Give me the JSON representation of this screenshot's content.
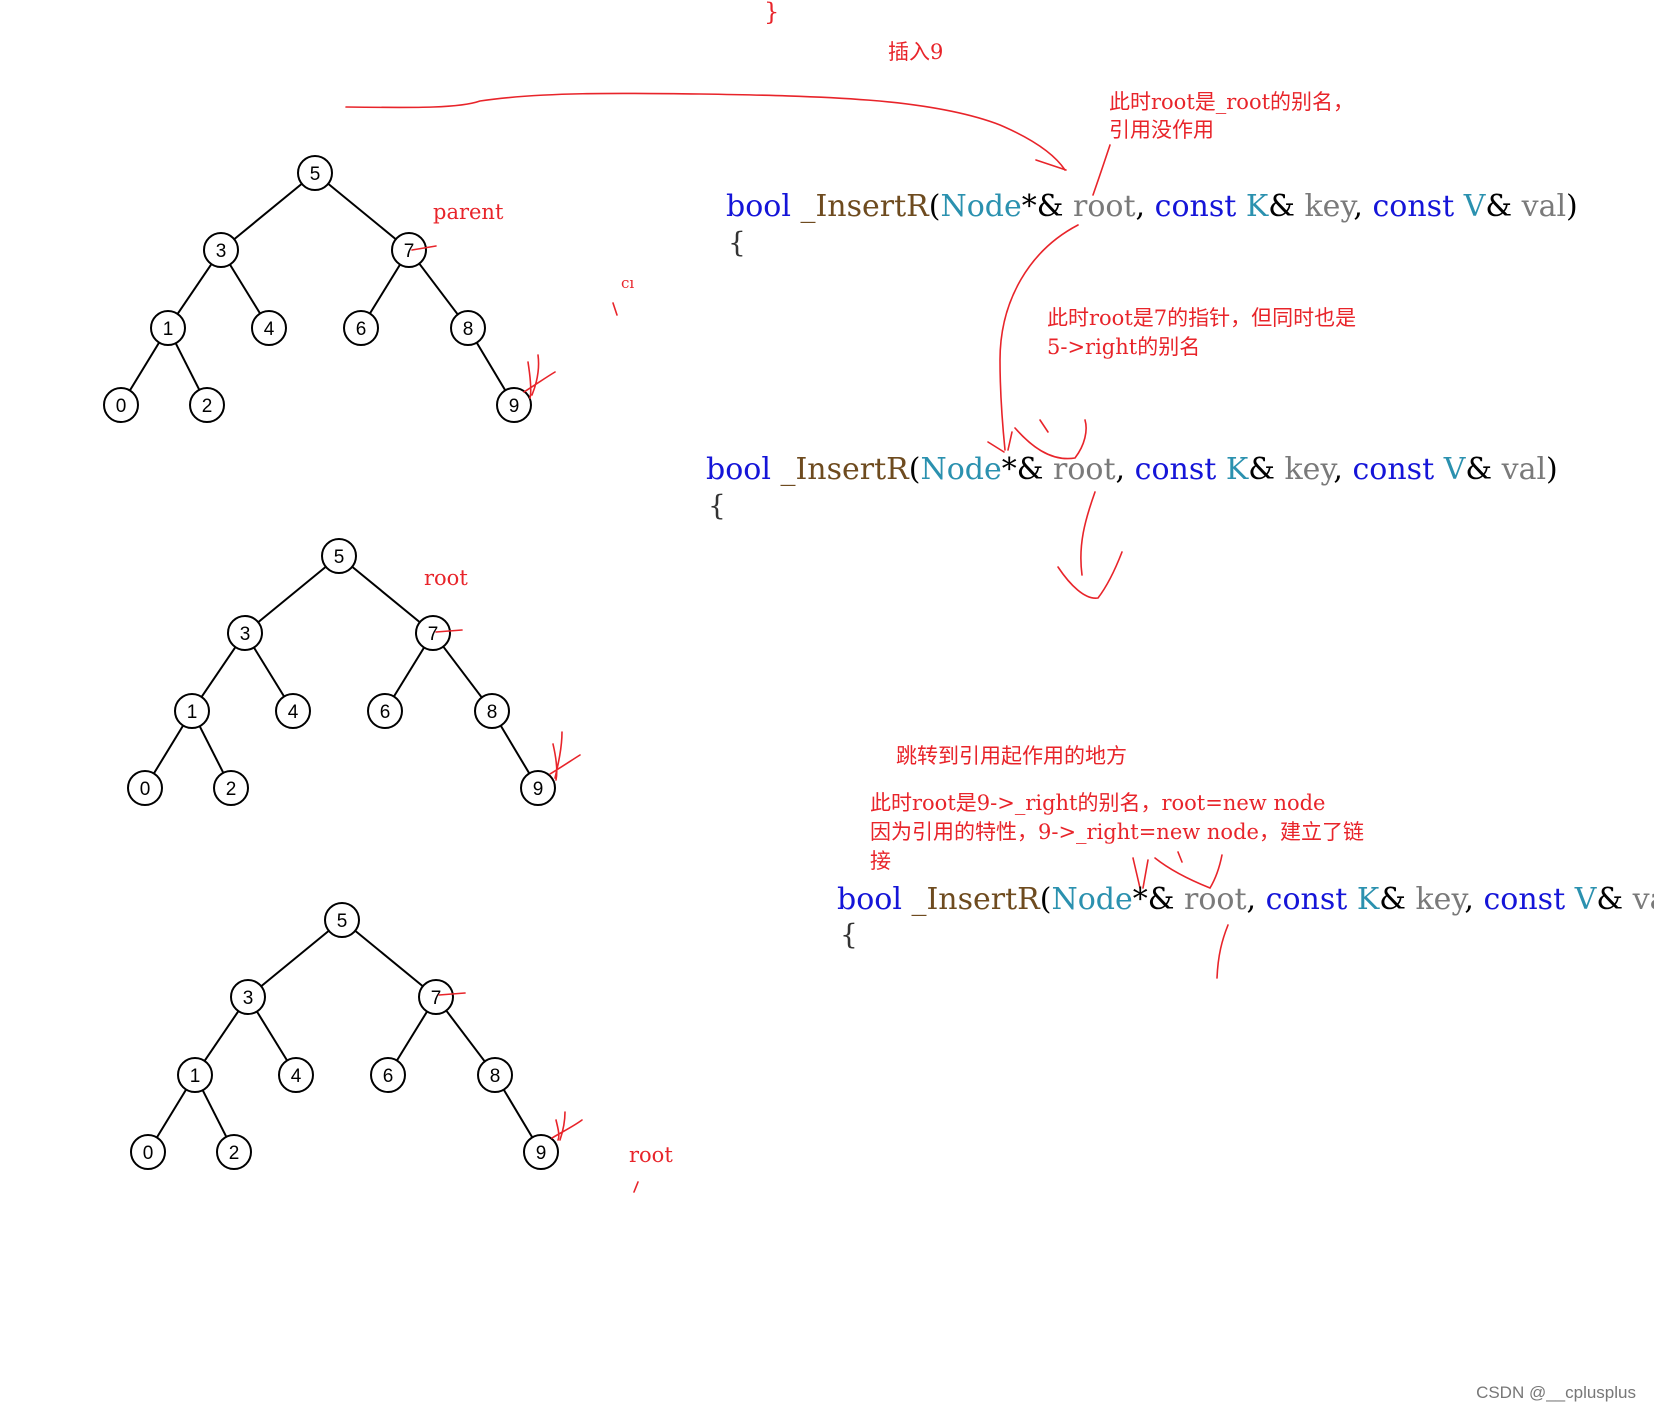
{
  "diagram": {
    "title": "插入9",
    "top_brace": "}",
    "stray_mark": "cı",
    "trees": [
      {
        "label": "parent",
        "nodes": [
          "5",
          "3",
          "7",
          "1",
          "4",
          "6",
          "8",
          "0",
          "2",
          "9"
        ]
      },
      {
        "label": "root",
        "nodes": [
          "5",
          "3",
          "7",
          "1",
          "4",
          "6",
          "8",
          "0",
          "2",
          "9"
        ]
      },
      {
        "label": "root",
        "nodes": [
          "5",
          "3",
          "7",
          "1",
          "4",
          "6",
          "8",
          "0",
          "2",
          "9"
        ]
      }
    ],
    "notes": {
      "n1": [
        "此时root是_root的别名，",
        "引用没作用"
      ],
      "n2": [
        "此时root是7的指针，但同时也是",
        "5->right的别名"
      ],
      "n3": "跳转到引用起作用的地方",
      "n4": [
        "此时root是9->_right的别名，root=new node",
        "因为引用的特性，9->_right=new node，建立了链",
        "接"
      ]
    },
    "code": {
      "kw_bool": "bool",
      "fn_name": " _InsertR",
      "open_paren": "(",
      "type_node": "Node",
      "ptr_ref": "*&",
      "param_root": " root",
      "comma": ",",
      "kw_const": "const",
      "type_k": "K",
      "amp": "&",
      "param_key": " key",
      "type_v": "V",
      "param_val": " val",
      "param_val_cut": " va",
      "close_paren": ")",
      "brace_open": "{"
    },
    "watermark": "CSDN @__cplusplus"
  }
}
